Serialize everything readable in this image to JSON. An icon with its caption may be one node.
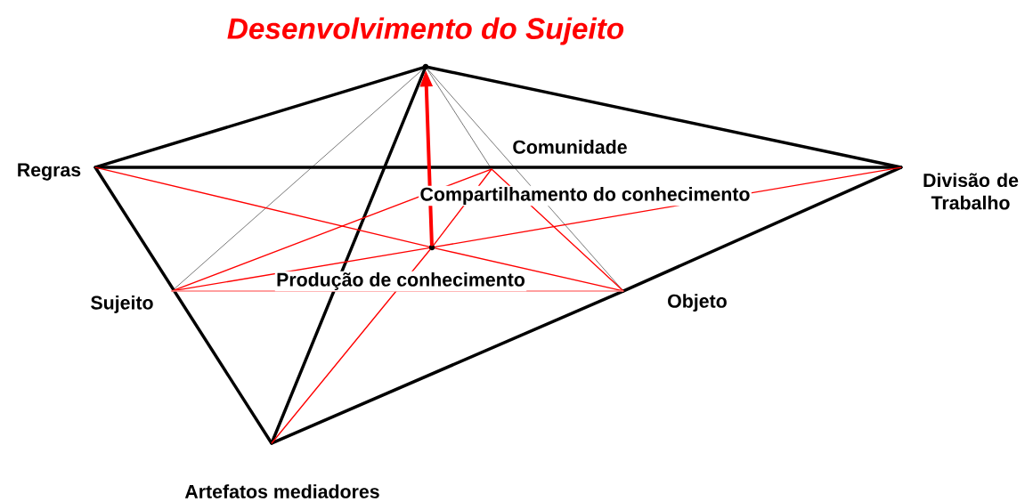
{
  "diagram": {
    "title": "Desenvolvimento do Sujeito",
    "nodes": [
      {
        "text": [],
        "shape": "point"
      },
      {
        "text": [
          "Regras"
        ]
      },
      {
        "text": [
          "Comunidade"
        ]
      },
      {
        "text": [
          "Divisão de Trabalho"
        ]
      },
      {
        "text": [],
        "shape": "point"
      },
      {
        "text": [
          "Sujeito"
        ]
      },
      {
        "text": [
          "Objeto"
        ]
      },
      {
        "text": [
          "Artefatos mediadores"
        ]
      }
    ],
    "edges": [
      {
        "from": 0,
        "to": 1,
        "arrow": "none",
        "style": "thick",
        "color": "#000000"
      },
      {
        "from": 0,
        "to": 3,
        "arrow": "none",
        "style": "thick",
        "color": "#000000"
      },
      {
        "from": 1,
        "to": 3,
        "arrow": "none",
        "style": "thick",
        "color": "#000000"
      },
      {
        "from": 1,
        "to": 7,
        "arrow": "none",
        "style": "thick",
        "color": "#000000"
      },
      {
        "from": 0,
        "to": 7,
        "arrow": "none",
        "style": "thick",
        "color": "#000000"
      },
      {
        "from": 7,
        "to": 6,
        "arrow": "none",
        "style": "thick",
        "color": "#000000"
      },
      {
        "from": 6,
        "to": 3,
        "arrow": "none",
        "style": "thick",
        "color": "#000000"
      },
      {
        "from": 0,
        "to": 5,
        "arrow": "none",
        "color": "#000000"
      },
      {
        "from": 0,
        "to": 2,
        "arrow": "none",
        "color": "#000000"
      },
      {
        "from": 0,
        "to": 6,
        "arrow": "none",
        "color": "#000000"
      },
      {
        "from": 1,
        "to": 4,
        "arrow": "none",
        "color": "#ff0000"
      },
      {
        "from": 4,
        "to": 6,
        "arrow": "none",
        "color": "#ff0000"
      },
      {
        "from": 5,
        "to": 4,
        "arrow": "none",
        "color": "#ff0000"
      },
      {
        "from": 4,
        "to": 3,
        "arrow": "none",
        "color": "#ff0000"
      },
      {
        "from": 7,
        "to": 4,
        "arrow": "none",
        "color": "#ff0000"
      },
      {
        "from": 4,
        "to": 2,
        "arrow": "none",
        "color": "#ff0000"
      },
      {
        "from": 5,
        "to": 2,
        "arrow": "none",
        "color": "#ff0000"
      },
      {
        "from": 2,
        "to": 6,
        "arrow": "none",
        "color": "#ff0000"
      },
      {
        "from": 5,
        "to": 6,
        "arrow": "none",
        "color": "#ff8080"
      },
      {
        "from": 4,
        "to": 0,
        "arrow": "to",
        "style": "thick",
        "color": "#ff0000"
      }
    ],
    "labels": [
      "Compartilhamento do conhecimento",
      "Produção de conhecimento"
    ]
  }
}
